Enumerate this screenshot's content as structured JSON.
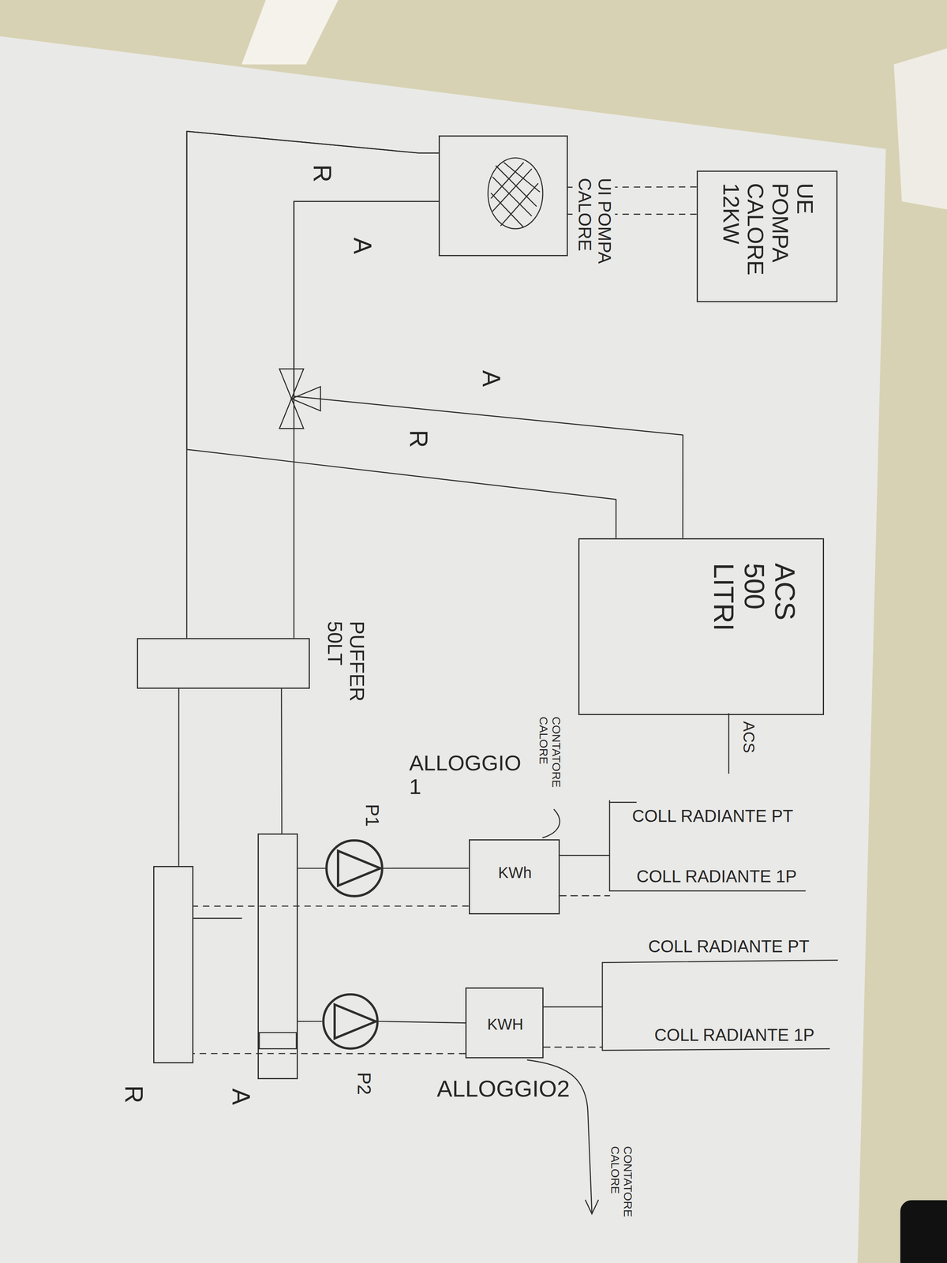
{
  "diagram": {
    "nodes": [
      {
        "text": [
          "UE POMPA CALORE 12KW"
        ]
      },
      {
        "text": [
          "UI POMPA CALORE"
        ]
      },
      {
        "text": [
          "ACS 500 LITRI"
        ]
      },
      {
        "text": [
          "PUFFER 50LT"
        ]
      },
      {
        "text": [
          "R"
        ]
      },
      {
        "text": [
          "A"
        ]
      },
      {
        "text": [
          "P1"
        ]
      },
      {
        "text": [
          "P2"
        ]
      },
      {
        "text": [
          "KWh"
        ]
      },
      {
        "text": [
          "KWH"
        ]
      }
    ],
    "edges": [
      {
        "from": 1,
        "to": 3,
        "arrow": "none",
        "label": "A"
      },
      {
        "from": 1,
        "to": 2,
        "arrow": "none",
        "label": "A"
      },
      {
        "from": 2,
        "to": 1,
        "arrow": "none",
        "label": "R"
      },
      {
        "from": 3,
        "to": 1,
        "arrow": "none",
        "label": "R"
      },
      {
        "from": 3,
        "to": 5,
        "arrow": "none"
      },
      {
        "from": 4,
        "to": 3,
        "arrow": "none"
      },
      {
        "from": 5,
        "to": 6,
        "arrow": "none"
      },
      {
        "from": 6,
        "to": 8,
        "arrow": "none"
      },
      {
        "from": 5,
        "to": 7,
        "arrow": "none"
      },
      {
        "from": 7,
        "to": 9,
        "arrow": "none"
      },
      {
        "from": 8,
        "to": 4,
        "arrow": "none"
      },
      {
        "from": 9,
        "to": 4,
        "arrow": "none"
      },
      {
        "from": 0,
        "to": 1,
        "arrow": "none"
      },
      {
        "from": 0,
        "to": 1,
        "arrow": "none"
      }
    ],
    "labels": [
      "ACS",
      "CONTATORE CALORE",
      "ALLOGGIO 1",
      "COLL RADIANTE PT",
      "COLL RADIANTE 1P",
      "COLL RADIANTE PT",
      "COLL RADIANTE 1P",
      "ALLOGGIO2",
      "CONTATORE CALORE"
    ]
  }
}
